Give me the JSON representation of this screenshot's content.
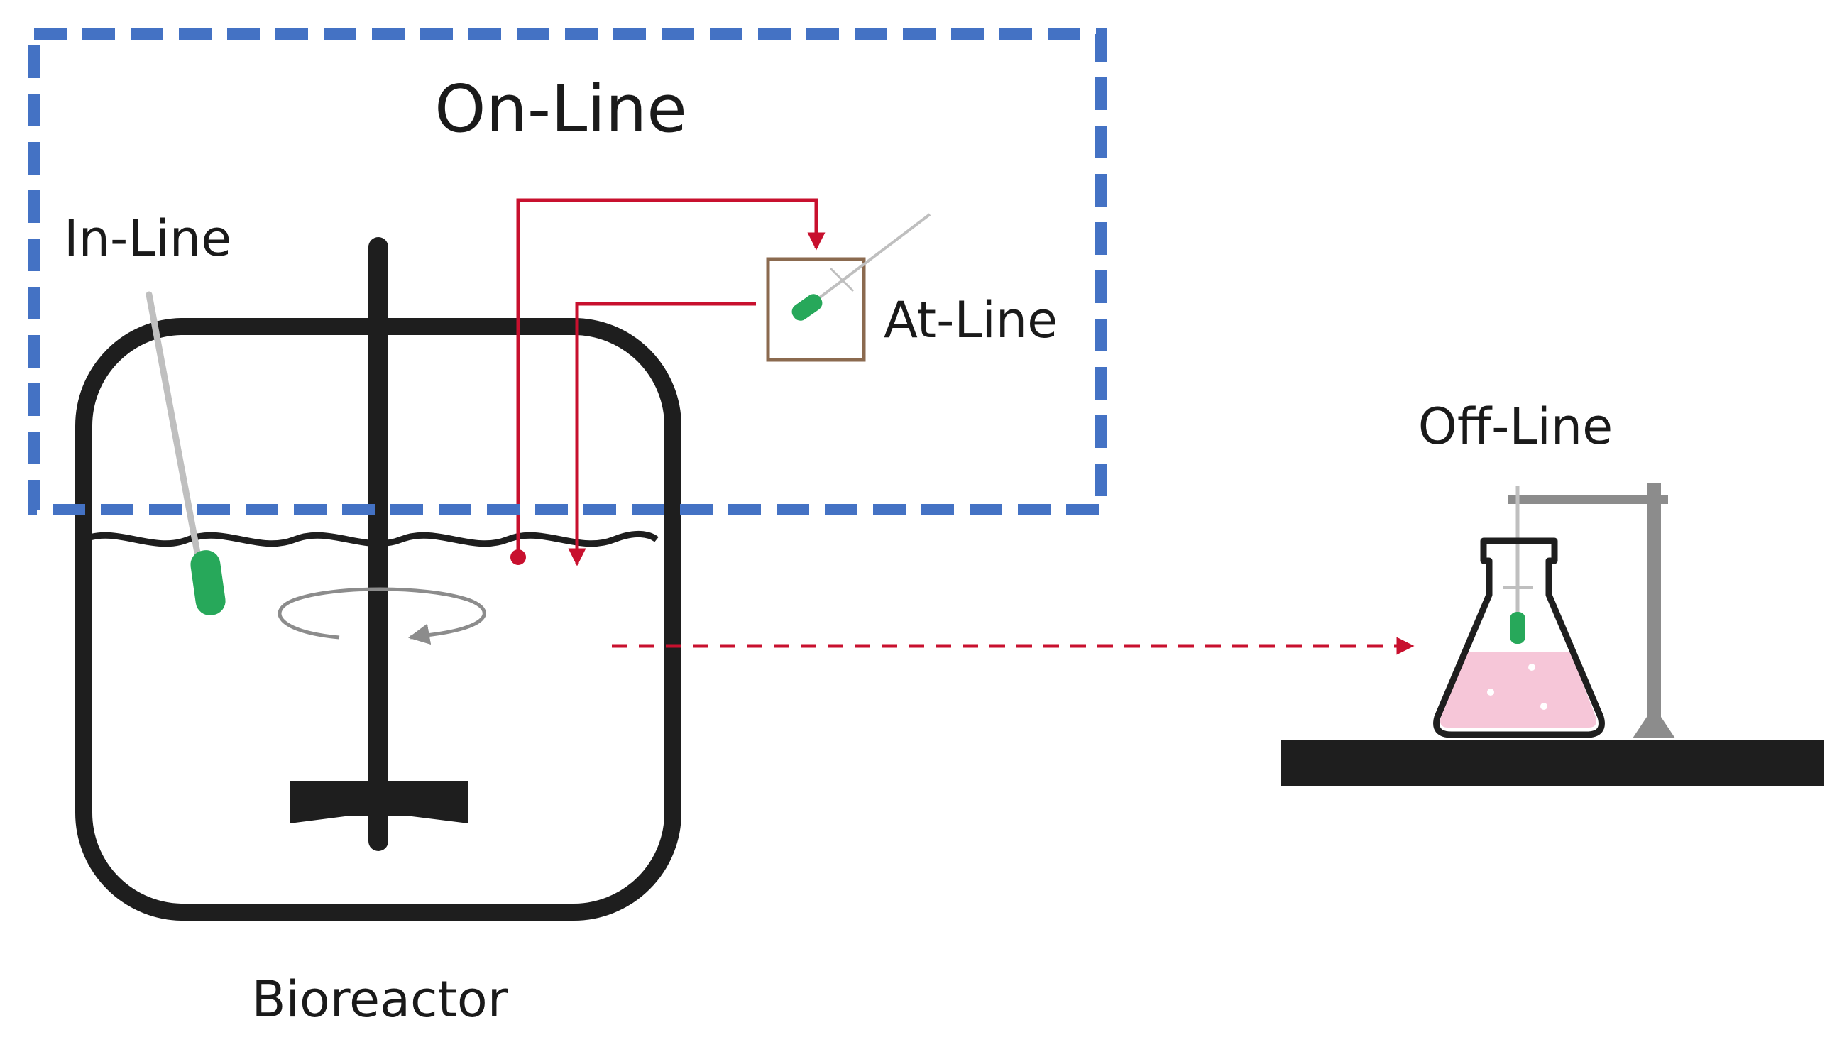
{
  "labels": {
    "on_line": "On-Line",
    "in_line": "In-Line",
    "at_line": "At-Line",
    "off_line": "Off-Line",
    "bioreactor": "Bioreactor"
  },
  "colors": {
    "online_border": "#4472C4",
    "vessel": "#1e1e1e",
    "sample_line": "#C8102E",
    "probe": "#27A85A",
    "probe_rod": "#BFBFBF",
    "at_line_box": "#8B6A4F",
    "flask_liquid": "#F6C6D8",
    "stand": "#8C8C8C",
    "bench": "#1e1e1e"
  },
  "icons": {
    "in_line_probe": "probe-icon",
    "at_line_analyzer": "analyzer-icon",
    "flask": "erlenmeyer-flask-icon",
    "impeller": "impeller-icon"
  }
}
